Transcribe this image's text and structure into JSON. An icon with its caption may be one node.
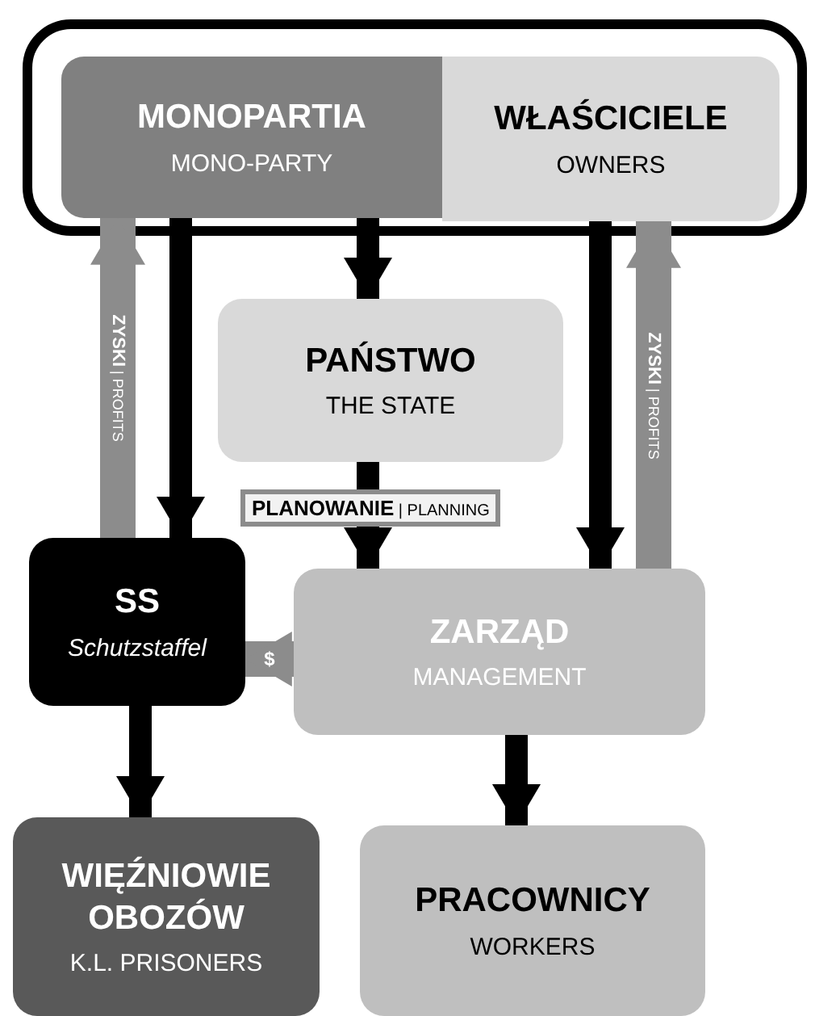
{
  "diagram": {
    "nodes": [
      {
        "text": [],
        "shape": "box"
      },
      {
        "text": [
          "MONOPARTIA",
          "MONO-PARTY"
        ],
        "in": 0
      },
      {
        "text": [
          "WŁAŚCICIELE",
          "OWNERS"
        ],
        "in": 0
      },
      {
        "text": [
          "PAŃSTWO",
          "THE STATE"
        ]
      },
      {
        "text": [
          "SS",
          "Schutzstaffel"
        ]
      },
      {
        "text": [
          "ZARZĄD",
          "MANAGEMENT"
        ]
      },
      {
        "text": [
          "WIĘŹNIOWIE OBOZÓW",
          "K.L. PRISONERS"
        ]
      },
      {
        "text": [
          "PRACOWNICY",
          "WORKERS"
        ]
      }
    ],
    "edges": [
      {
        "from": 1,
        "to": 4,
        "arrow": "to"
      },
      {
        "from": 1,
        "to": 3,
        "arrow": "to"
      },
      {
        "from": 2,
        "to": 5,
        "arrow": "to"
      },
      {
        "from": 3,
        "to": 5,
        "arrow": "to",
        "label": "**PLANOWANIE** | PLANNING"
      },
      {
        "from": 4,
        "to": 6,
        "arrow": "to"
      },
      {
        "from": 5,
        "to": 7,
        "arrow": "to"
      },
      {
        "from": 4,
        "to": 1,
        "arrow": "to",
        "label": "**ZYSKI** | PROFITS",
        "color": "#8c8c8c"
      },
      {
        "from": 5,
        "to": 2,
        "arrow": "to",
        "label": "**ZYSKI** | PROFITS",
        "color": "#8c8c8c"
      },
      {
        "from": 5,
        "to": 4,
        "arrow": "to",
        "label": "$",
        "color": "#8c8c8c"
      }
    ]
  }
}
